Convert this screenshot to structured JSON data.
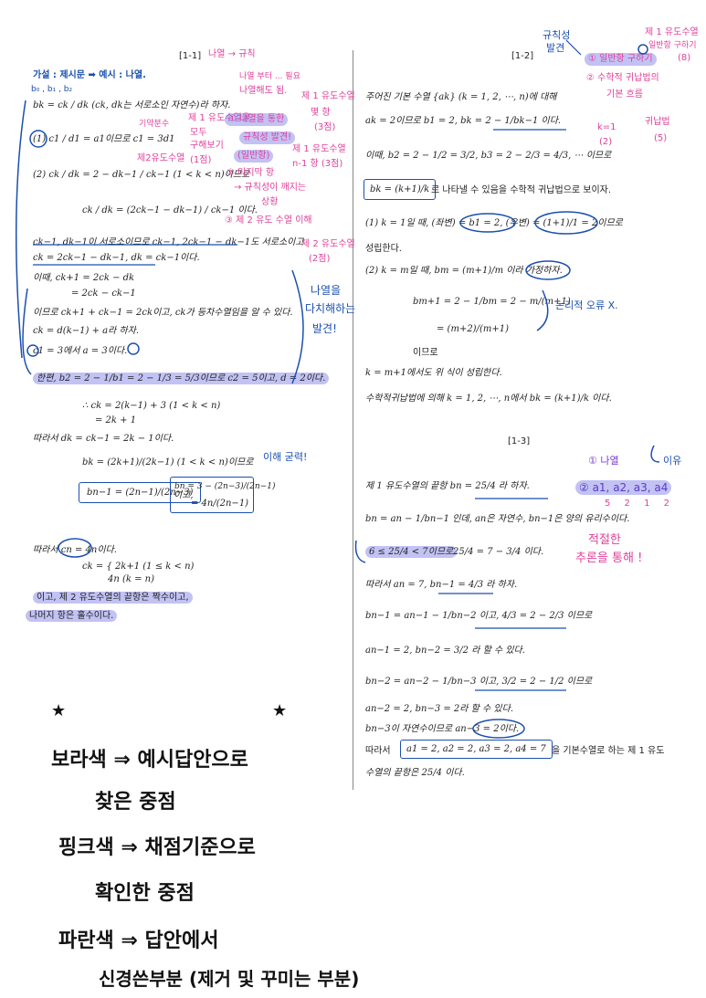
{
  "left": {
    "header": "[1-1]",
    "given_line": "가설 : 제시문 ➡ 예시 : 나열.",
    "b_letters": "b₀ , b₁ , b₂",
    "l1": "bk = ck / dk  (ck, dk는 서로소인 자연수)라 하자.",
    "l2": "(1)  c1 / d1 = a1이므로  c1 = 3d1",
    "l3": "(2)  ck / dk = 2 − dk−1 / ck−1  (1 < k < n)이므로",
    "l4": "ck / dk = (2ck−1 − dk−1) / ck−1 이다.",
    "l5": "ck−1, dk−1이 서로소이므로 ck−1, 2ck−1 − dk−1도 서로소이고",
    "l6": "ck = 2ck−1 − dk−1,  dk = ck−1이다.",
    "l7": "이때, ck+1 = 2ck − dk",
    "l8": "= 2ck − ck−1",
    "l9": "이므로 ck+1 + ck−1 = 2ck이고, ck가 등차수열임을 알 수 있다.",
    "l10": "ck = d(k−1) + a라 하자.",
    "l11": "c1 = 3에서  a = 3이다.",
    "l12": "한편, b2 = 2 − 1/b1 = 2 − 1/3 = 5/3이므로  c2 = 5이고,  d = 2이다.",
    "l13": "∴ ck = 2(k−1) + 3  (1 < k < n)",
    "l14": "= 2k + 1",
    "l15": "따라서  dk = ck−1 = 2k − 1이다.",
    "l16": "bk = (2k+1)/(2k−1)  (1 < k < n)이므로",
    "l17a": "bn−1 = (2n−1)/(2n−3)",
    "l17b": "이고,",
    "l17c": "bn = 3 − (2n−3)/(2n−1)",
    "l17d": "= 4n/(2n−1)",
    "l18": "따라서  cn = 4n이다.",
    "l19a": "ck = { 2k+1  (1 ≤ k < n)",
    "l19b": "4n   (k = n)",
    "l20": "이고,  제 2 유도수열의 끝항은 짝수이고,",
    "l21": "나머지 항은 홀수이다."
  },
  "right": {
    "header": "[1-2]",
    "r1": "주어진 기본 수열 {ak} (k = 1, 2, ⋯, n)에 대해",
    "r2": "ak = 2이므로  b1 = 2,  bk = 2 − 1/bk−1 이다.",
    "r3": "이때,  b2 = 2 − 1/2 = 3/2,  b3 = 2 − 2/3 = 4/3,  ⋯ 이므로",
    "r4a": "bk = (k+1)/k",
    "r4b": "로 나타낼 수 있음을 수학적 귀납법으로 보이자.",
    "r5": "(1)  k = 1일 때,  (좌변) = b1 = 2,  (우변) = (1+1)/1 = 2이므로",
    "r6": "성립한다.",
    "r7": "(2)  k = m일 때,  bm = (m+1)/m 이라 가정하자.",
    "r8": "bm+1 = 2 − 1/bm = 2 − m/(m+1)",
    "r9": "= (m+2)/(m+1)",
    "r10": "이므로",
    "r11": "k = m+1에서도 위 식이 성립한다.",
    "r12": "수학적귀납법에 의해  k = 1, 2, ⋯, n에서  bk = (k+1)/k 이다.",
    "header3": "[1-3]",
    "s1": "제 1 유도수열의 끝항  bn = 25/4 라 하자.",
    "s2": "bn = an − 1/bn−1 인데,  an은 자연수,  bn−1은 양의 유리수이다.",
    "s3a": "6 ≤ 25/4 < 7이므로",
    "s3b": "25/4 = 7 − 3/4 이다.",
    "s4": "따라서  an = 7,  bn−1 = 4/3 라 하자.",
    "s5": "bn−1 = an−1 − 1/bn−2 이고,  4/3 = 2 − 2/3 이므로",
    "s6": "an−1 = 2,  bn−2 = 3/2 라 할 수 있다.",
    "s7": "bn−2 = an−2 − 1/bn−3 이고,  3/2 = 2 − 1/2 이므로",
    "s8": "an−2 = 2,  bn−3 = 2라 할 수 있다.",
    "s9": "bn−3이 자연수이므로  an−3 = 2이다.",
    "s10a": "따라서",
    "s10b": "a1 = 2,  a2 = 2,  a3 = 2,  a4 = 7",
    "s10c": "을 기본수열로 하는 제 1 유도",
    "s11": "수열의 끝항은  25/4 이다."
  },
  "annotations": {
    "top_mid1": "나열 → 규칙",
    "top_mid2": "나열 부터 ... 필요",
    "top_mid3": "나열해도 됨.",
    "pink_a": "제 1 유도수열을",
    "pink_b": "기약분수",
    "pink_c": "모두",
    "pink_d": "구해보기",
    "pink_e": "(1점)",
    "pink_f": "제2유도수열",
    "pink_g": "① 나열을 통한",
    "pink_h": "규칙성 발견!",
    "pink_i": "(일반항)",
    "pink_j": "② 미지막 항",
    "pink_k": "→ 규칙성이 깨지는",
    "pink_l": "상황",
    "pink_m": "③ 제 2 유도 수열 이해",
    "pink_n": "제 1 유도수열",
    "pink_o": "몇 항",
    "pink_p": "(3점)",
    "pink_q": "제 1 유도수열",
    "pink_r": "n-1 항 (3점)",
    "pink_s": "제 2 유도수열",
    "pink_t": "(2점)",
    "blue_a": "나열을",
    "blue_b": "다치해하는",
    "blue_c": "발견!",
    "blue_d": "이해 굳력!",
    "r_top_a": "규칙성",
    "r_top_b": "발견",
    "r_top_c": "① 일반항 구하기",
    "r_top_d": "② 수학적 귀납법의",
    "r_top_e": "기본 흐름",
    "r_top_f": "제 1 유도수열",
    "r_top_g": "일반항 구하기",
    "r_top_h": "(8)",
    "r_top_i": "귀납법",
    "r_top_j": "(5)",
    "r_top_k": "k=1",
    "r_top_l": "(2)",
    "blue_e": "논리적 오류 X.",
    "r3_a": "① 나열",
    "r3_b": "이유",
    "r3_c": "② a1, a2, a3, a4",
    "r3_d": "5  2  1  2",
    "r3_e": "적절한",
    "r3_f": "추론을 통해 !",
    "legend1": "보라색 ⇒ 예시답안으로",
    "legend2": "찾은 중점",
    "legend3": "핑크색 ⇒ 채점기준으로",
    "legend4": "확인한 중점",
    "legend5": "파란색 ⇒ 답안에서",
    "legend6": "신경쓴부분 (제거 및 꾸미는 부분)",
    "star": "★"
  },
  "colors": {
    "purple": "#7a7ae6",
    "pink": "#e0409a",
    "blue": "#1a4fb0"
  }
}
